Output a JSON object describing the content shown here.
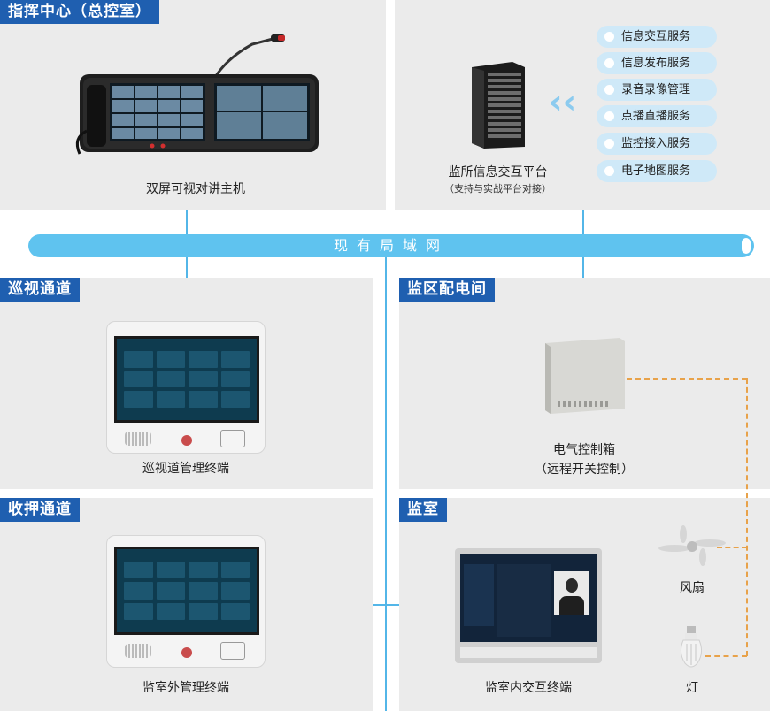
{
  "sections": {
    "command": "指挥中心（总控室）",
    "patrol": "巡视通道",
    "escort": "收押通道",
    "power": "监区配电间",
    "cell": "监室"
  },
  "devices": {
    "dual_screen_host": "双屏可视对讲主机",
    "platform_title": "监所信息交互平台",
    "platform_sub": "（支持与实战平台对接）",
    "patrol_terminal": "巡视道管理终端",
    "outside_terminal": "监室外管理终端",
    "electric_box": "电气控制箱",
    "electric_box_sub": "（远程开关控制）",
    "inside_terminal": "监室内交互终端",
    "fan": "风扇",
    "lamp": "灯"
  },
  "services": [
    "信息交互服务",
    "信息发布服务",
    "录音录像管理",
    "点播直播服务",
    "监控接入服务",
    "电子地图服务"
  ],
  "lan_label": "现有局域网",
  "colors": {
    "section_tag": "#1f5fb0",
    "lan": "#5fc3ef",
    "service_pill": "#cfe9f8",
    "dashed_wire": "#e8a24a"
  }
}
